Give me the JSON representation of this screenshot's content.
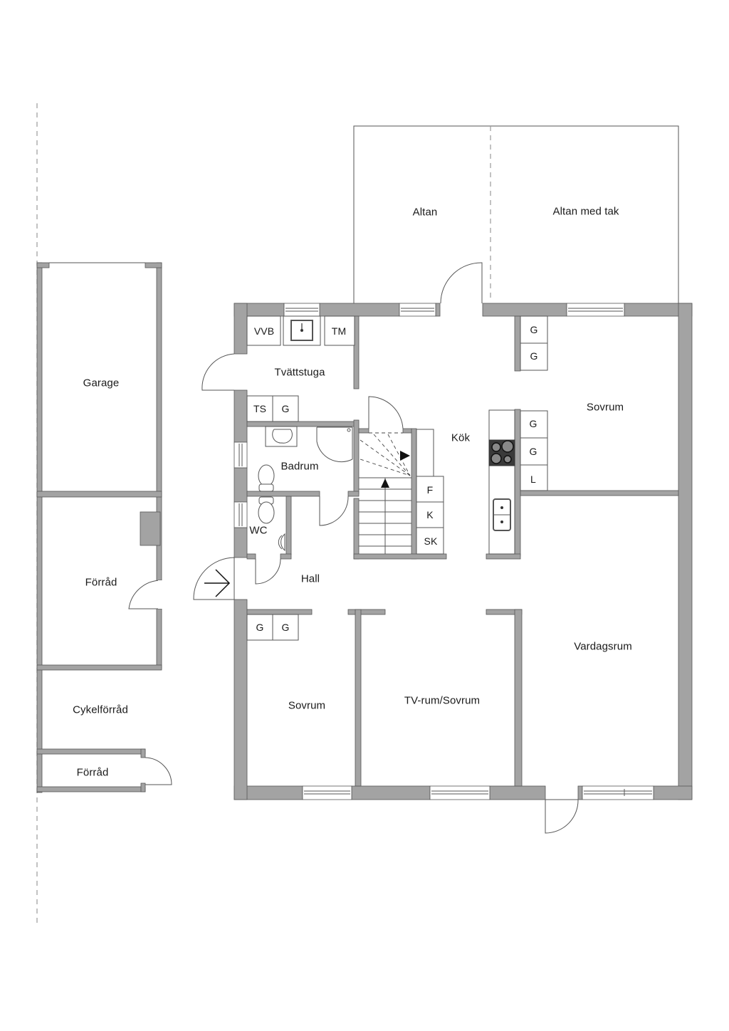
{
  "floorplan": {
    "rooms": {
      "altan": "Altan",
      "altan_med_tak": "Altan med tak",
      "tvattstuga": "Tvättstuga",
      "badrum": "Badrum",
      "wc": "WC",
      "kok": "Kök",
      "sovrum_ne": "Sovrum",
      "hall": "Hall",
      "sovrum_sw": "Sovrum",
      "tv_rum": "TV-rum/Sovrum",
      "vardagsrum": "Vardagsrum",
      "garage": "Garage",
      "forrad_1": "Förråd",
      "cykelforrad": "Cykelförråd",
      "forrad_2": "Förråd"
    },
    "fixtures": {
      "vvb": "VVB",
      "tm": "TM",
      "ts": "TS",
      "g_laundry": "G",
      "g_ne_1": "G",
      "g_ne_2": "G",
      "g_ne_3": "G",
      "g_ne_4": "G",
      "l_ne": "L",
      "f_kitchen": "F",
      "k_kitchen": "K",
      "sk_kitchen": "SK",
      "g_sw_1": "G",
      "g_sw_2": "G"
    },
    "colors": {
      "wall": "#a3a3a3",
      "line": "#555555",
      "background": "#ffffff",
      "stove": "#3a3a3a"
    }
  }
}
